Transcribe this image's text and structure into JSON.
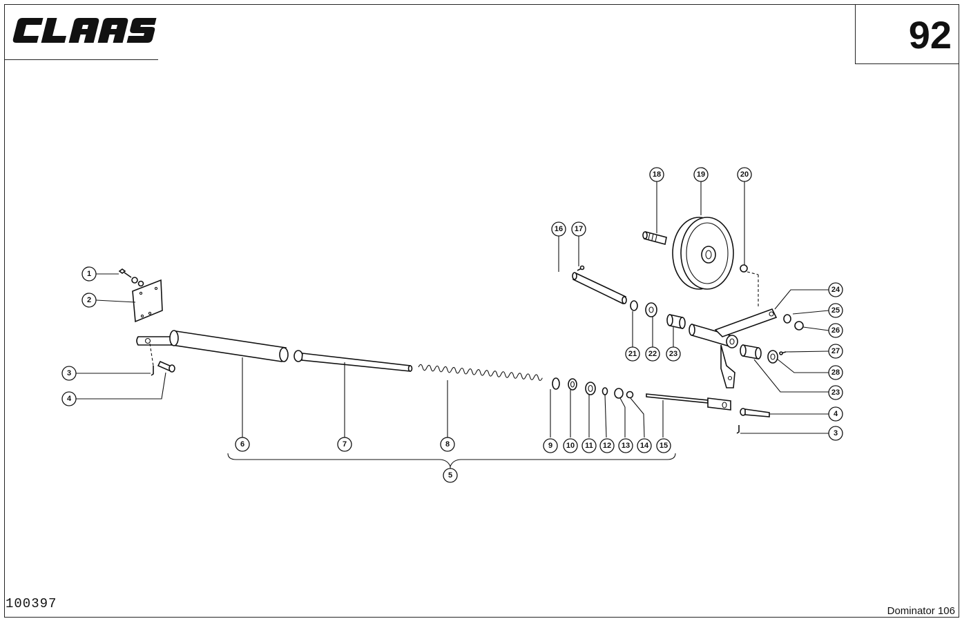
{
  "header": {
    "brand": "CLAAS",
    "page_number": "92"
  },
  "footer": {
    "drawing_number": "100397",
    "model": "Dominator 106"
  },
  "callouts": [
    "1",
    "2",
    "3",
    "4",
    "5",
    "6",
    "7",
    "8",
    "9",
    "10",
    "11",
    "12",
    "13",
    "14",
    "15",
    "16",
    "17",
    "18",
    "19",
    "20",
    "21",
    "22",
    "23",
    "24",
    "25",
    "26",
    "27",
    "28",
    "23",
    "4",
    "3"
  ]
}
